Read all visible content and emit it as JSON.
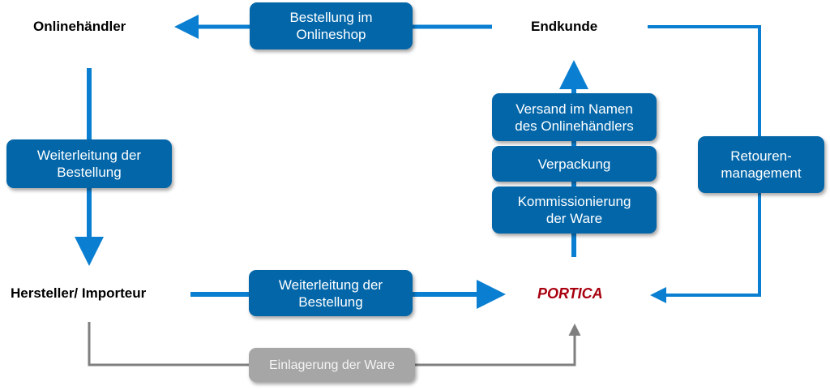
{
  "colors": {
    "accent": "#0266a9",
    "arrow": "#0a7fd2",
    "gray_box": "#a6a6a6",
    "gray_line": "#7f7f7f",
    "brand": "#a8000f"
  },
  "nodes": {
    "online_retailer": "Onlinehändler",
    "end_customer": "Endkunde",
    "manufacturer": "Hersteller/ Importeur",
    "portica": "PORTICA"
  },
  "steps": {
    "order_online_shop": "Bestellung im\nOnlineshop",
    "forward_order_left": "Weiterleitung der\nBestellung",
    "forward_order_bottom": "Weiterleitung der\nBestellung",
    "shipping": "Versand im Namen\ndes Onlinehändlers",
    "packaging": "Verpackung",
    "picking": "Kommissionierung\nder Ware",
    "returns": "Retouren-\nmanagement",
    "storage": "Einlagerung der Ware"
  }
}
